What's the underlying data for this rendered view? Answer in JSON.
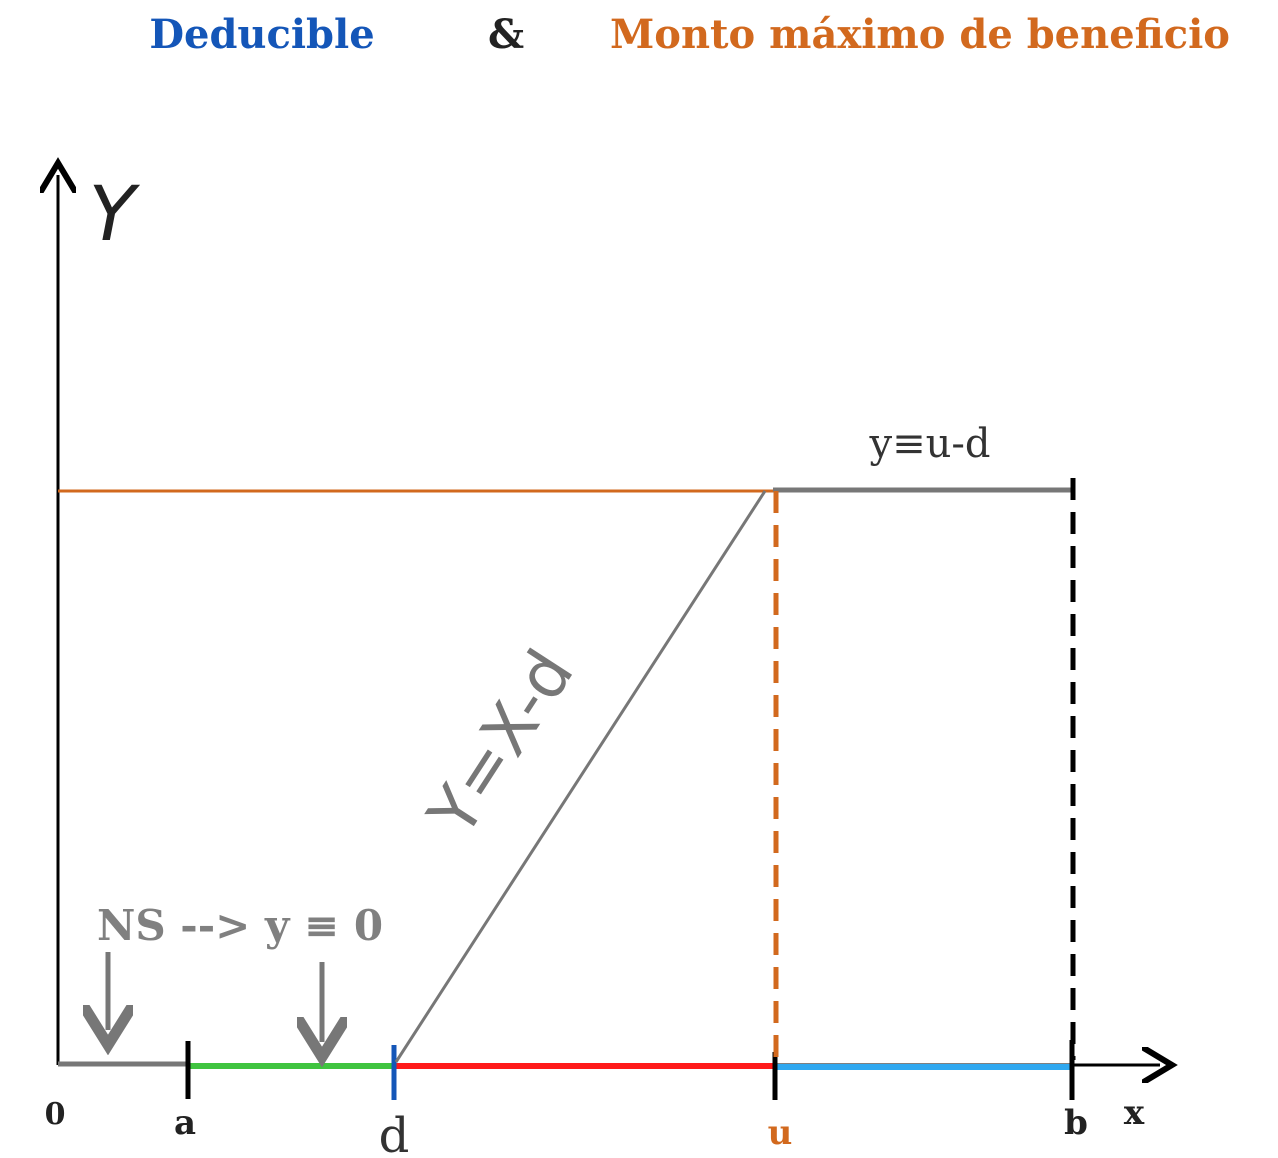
{
  "title": {
    "left": "Deducible",
    "amp": "&",
    "right": "Monto máximo de beneficio"
  },
  "axes": {
    "y_label": "Y",
    "x_label": "x",
    "origin": "0"
  },
  "ticks": {
    "a": "a",
    "d": "d",
    "u": "u",
    "b": "b"
  },
  "annotations": {
    "ns_note": "NS --> y ≡ 0",
    "slope_label": "Y=X-d",
    "cap_label": "y≡u-d"
  },
  "colors": {
    "deducible": "#1456b8",
    "monto": "#d2691e",
    "ns_segment": "#3fc43f",
    "deductible_segment": "#ff1a1a",
    "excess_segment": "#2fa8f0",
    "graph_line": "#777777",
    "axis": "#000000"
  }
}
